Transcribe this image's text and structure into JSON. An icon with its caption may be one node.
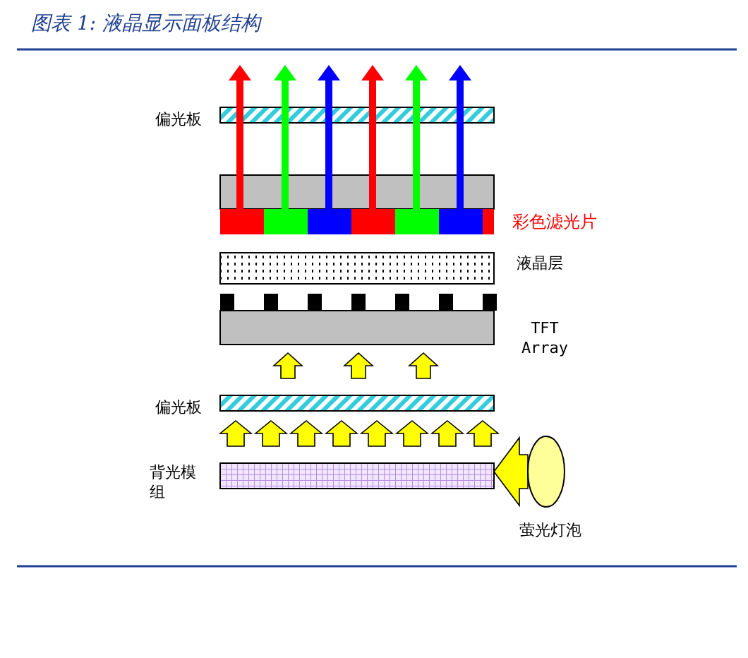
{
  "diagram": {
    "title": "图表 1: 液晶显示面板结构",
    "labels": [
      "偏光板",
      "彩色滤光片",
      "液晶层",
      "TFT Array",
      "偏光板",
      "背光模组",
      "萤光灯泡"
    ]
  }
}
